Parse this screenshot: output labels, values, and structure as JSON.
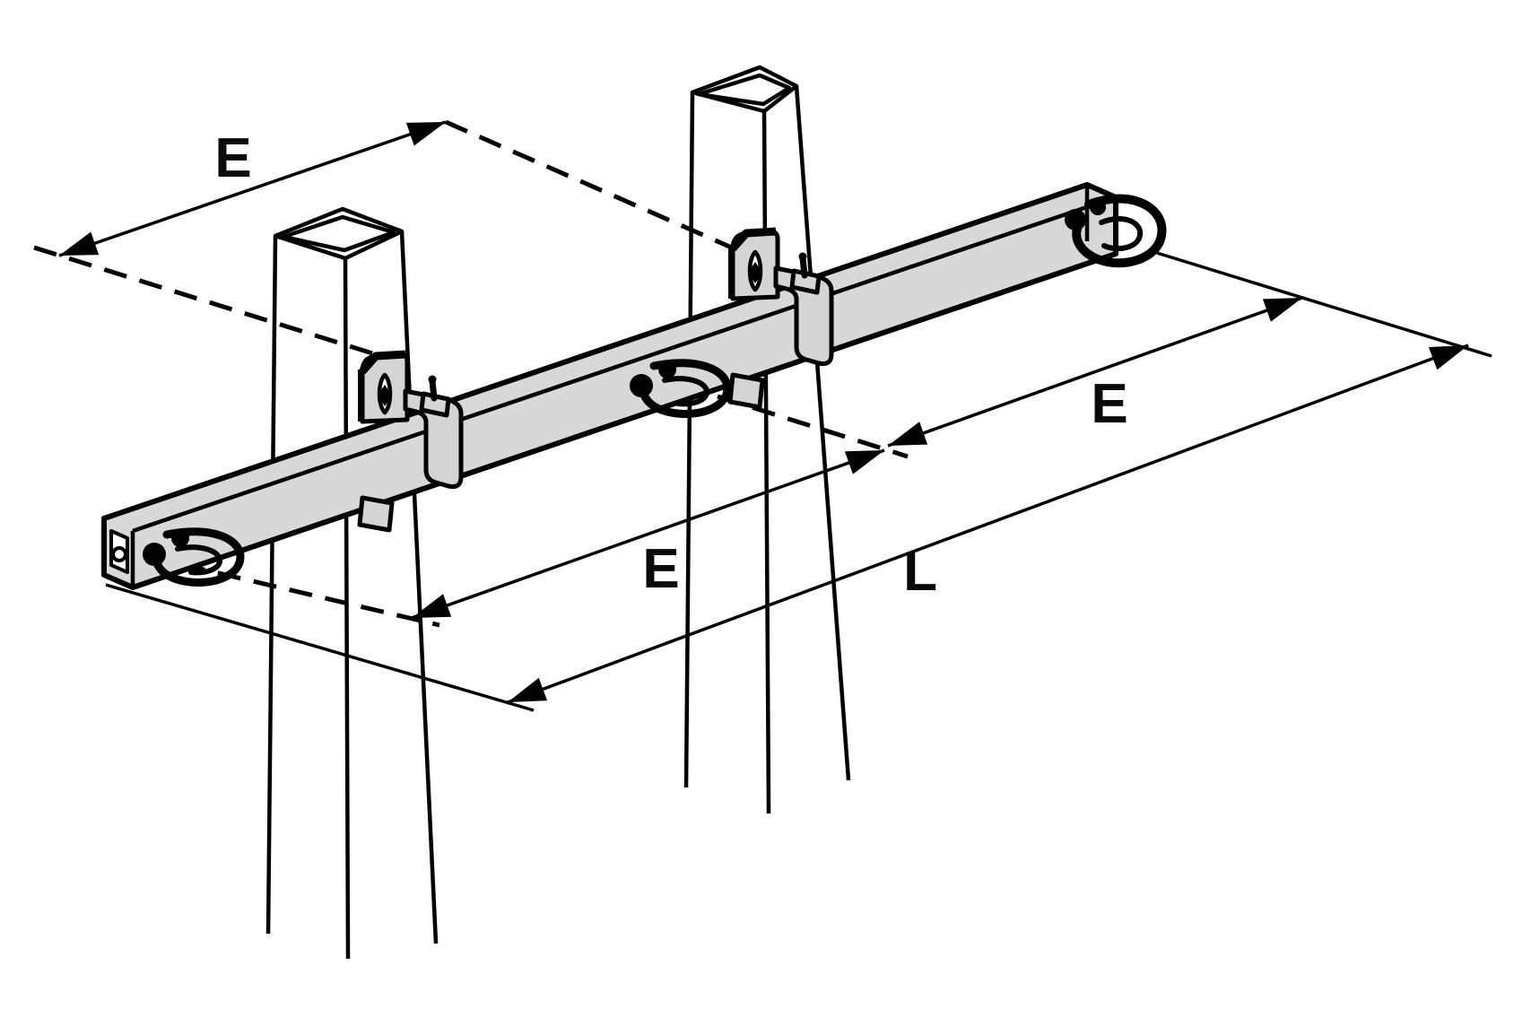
{
  "diagram": {
    "type": "isometric-technical-line-drawing",
    "description": "Crossbar rail clamped to two square posts, with two eye bolts and an end shackle; dimensioned with three equal spacings E and overall length L",
    "dimension_labels": {
      "spacing_top": "E",
      "spacing_middle": "E",
      "spacing_right": "E",
      "total_length": "L"
    },
    "colors": {
      "line": "#000000",
      "metal": "#d8d8d8",
      "background": "#ffffff"
    }
  }
}
